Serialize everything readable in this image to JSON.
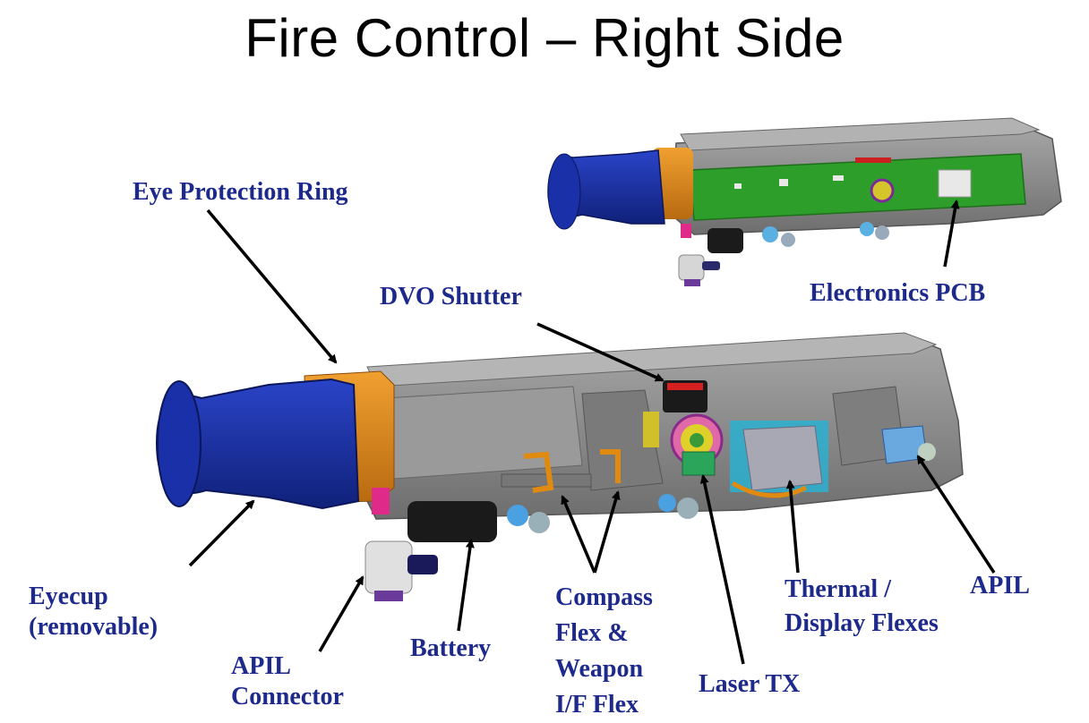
{
  "title": "Fire Control – Right Side",
  "labels": {
    "eye_protection_ring": "Eye Protection Ring",
    "electronics_pcb": "Electronics PCB",
    "dvo_shutter": "DVO Shutter",
    "eyecup_line1": "Eyecup",
    "eyecup_line2": "(removable)",
    "apil_connector_line1": "APIL",
    "apil_connector_line2": "Connector",
    "battery": "Battery",
    "compass_line1": "Compass",
    "compass_line2": "Flex &",
    "compass_line3": "Weapon",
    "compass_line4": "I/F Flex",
    "laser_tx": "Laser TX",
    "thermal_line1": "Thermal /",
    "thermal_line2": "Display Flexes",
    "apil": "APIL"
  },
  "colors": {
    "label_text": "#1d2a8c",
    "eyecup_blue": "#1b2f9e",
    "eye_ring_orange": "#d98a1c",
    "housing_gray": "#8c8c8c",
    "pcb_green": "#2e9e2a"
  },
  "icons": [
    "eyecup-icon",
    "housing-icon",
    "pcb-icon",
    "battery-icon",
    "apil-connector-icon",
    "shutter-icon",
    "laser-icon"
  ]
}
